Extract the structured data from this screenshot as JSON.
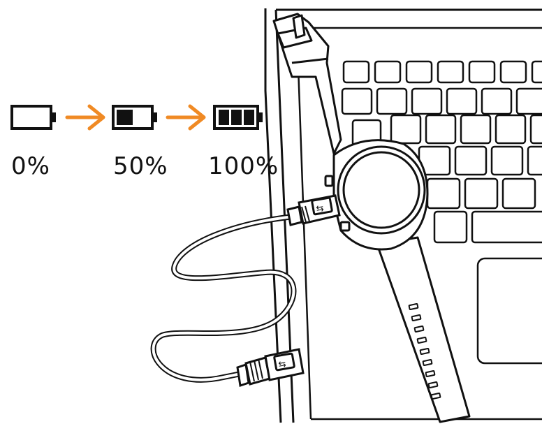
{
  "steps": [
    {
      "label": "0%",
      "fill": 0
    },
    {
      "label": "50%",
      "fill": 0.5
    },
    {
      "label": "100%",
      "fill": 1
    }
  ],
  "colors": {
    "arrow": "#f08a24",
    "ink": "#111111",
    "paper": "#ffffff"
  },
  "icons": [
    "battery-empty-icon",
    "battery-half-icon",
    "battery-full-icon",
    "arrow-right-icon",
    "usb-icon"
  ]
}
